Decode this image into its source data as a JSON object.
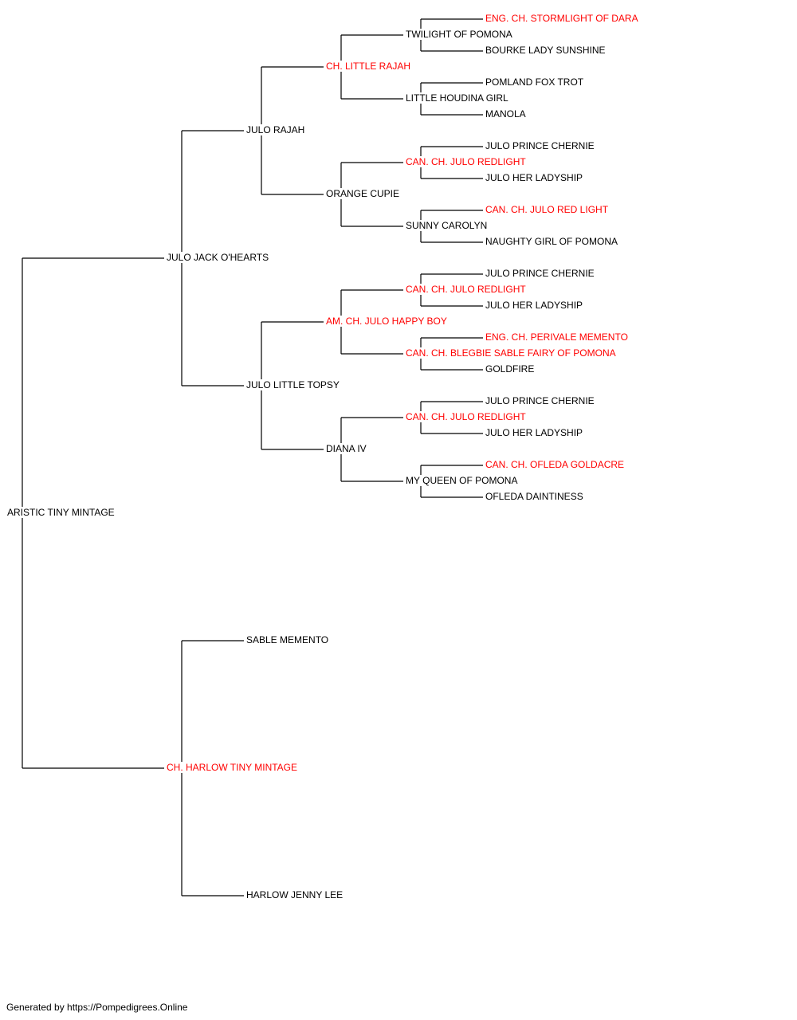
{
  "colors": {
    "champion": "#ff0000",
    "normal": "#000000",
    "line": "#000000"
  },
  "pedigree": {
    "name": "ARISTIC TINY MINTAGE",
    "champion": false,
    "parents": [
      {
        "name": "JULO JACK O'HEARTS",
        "champion": false,
        "parents": [
          {
            "name": "JULO RAJAH",
            "champion": false,
            "parents": [
              {
                "name": "CH. LITTLE RAJAH",
                "champion": true,
                "parents": [
                  {
                    "name": "TWILIGHT OF POMONA",
                    "champion": false,
                    "parents": [
                      {
                        "name": "ENG. CH. STORMLIGHT OF DARA",
                        "champion": true
                      },
                      {
                        "name": "BOURKE LADY SUNSHINE",
                        "champion": false
                      }
                    ]
                  },
                  {
                    "name": "LITTLE HOUDINA GIRL",
                    "champion": false,
                    "parents": [
                      {
                        "name": "POMLAND FOX TROT",
                        "champion": false
                      },
                      {
                        "name": "MANOLA",
                        "champion": false
                      }
                    ]
                  }
                ]
              },
              {
                "name": "ORANGE CUPIE",
                "champion": false,
                "parents": [
                  {
                    "name": "CAN. CH. JULO REDLIGHT",
                    "champion": true,
                    "parents": [
                      {
                        "name": "JULO PRINCE CHERNIE",
                        "champion": false
                      },
                      {
                        "name": "JULO HER LADYSHIP",
                        "champion": false
                      }
                    ]
                  },
                  {
                    "name": "SUNNY CAROLYN",
                    "champion": false,
                    "parents": [
                      {
                        "name": "CAN. CH. JULO RED LIGHT",
                        "champion": true
                      },
                      {
                        "name": "NAUGHTY GIRL OF POMONA",
                        "champion": false
                      }
                    ]
                  }
                ]
              }
            ]
          },
          {
            "name": "JULO LITTLE TOPSY",
            "champion": false,
            "parents": [
              {
                "name": "AM. CH. JULO HAPPY BOY",
                "champion": true,
                "parents": [
                  {
                    "name": "CAN. CH. JULO REDLIGHT",
                    "champion": true,
                    "parents": [
                      {
                        "name": "JULO PRINCE CHERNIE",
                        "champion": false
                      },
                      {
                        "name": "JULO HER LADYSHIP",
                        "champion": false
                      }
                    ]
                  },
                  {
                    "name": "CAN. CH. BLEGBIE SABLE FAIRY OF POMONA",
                    "champion": true,
                    "parents": [
                      {
                        "name": "ENG. CH. PERIVALE MEMENTO",
                        "champion": true
                      },
                      {
                        "name": "GOLDFIRE",
                        "champion": false
                      }
                    ]
                  }
                ]
              },
              {
                "name": "DIANA IV",
                "champion": false,
                "parents": [
                  {
                    "name": "CAN. CH. JULO REDLIGHT",
                    "champion": true,
                    "parents": [
                      {
                        "name": "JULO PRINCE CHERNIE",
                        "champion": false
                      },
                      {
                        "name": "JULO HER LADYSHIP",
                        "champion": false
                      }
                    ]
                  },
                  {
                    "name": "MY QUEEN OF POMONA",
                    "champion": false,
                    "parents": [
                      {
                        "name": "CAN. CH. OFLEDA GOLDACRE",
                        "champion": true
                      },
                      {
                        "name": "OFLEDA DAINTINESS",
                        "champion": false
                      }
                    ]
                  }
                ]
              }
            ]
          }
        ]
      },
      {
        "name": "CH. HARLOW TINY MINTAGE",
        "champion": true,
        "parents": [
          {
            "name": "SABLE MEMENTO",
            "champion": false
          },
          {
            "name": "HARLOW JENNY LEE",
            "champion": false
          }
        ]
      }
    ]
  },
  "footer": {
    "text": "Generated by https://Pompedigrees.Online"
  }
}
